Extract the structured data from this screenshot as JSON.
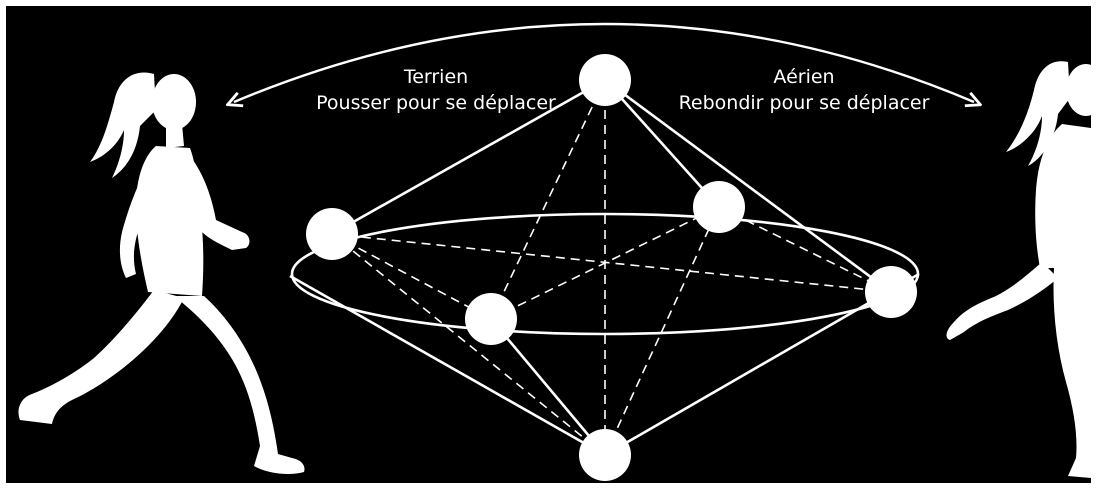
{
  "left_mode": {
    "title": "Terrien",
    "subtitle": "Pousser pour se déplacer"
  },
  "right_mode": {
    "title": "Aérien",
    "subtitle": "Rebondir pour se déplacer"
  },
  "colors": {
    "background": "#000000",
    "foreground": "#ffffff",
    "frame": "#ffffff"
  },
  "icons": {
    "left_figure": "running-woman-left-icon",
    "right_figure": "running-woman-right-icon"
  }
}
